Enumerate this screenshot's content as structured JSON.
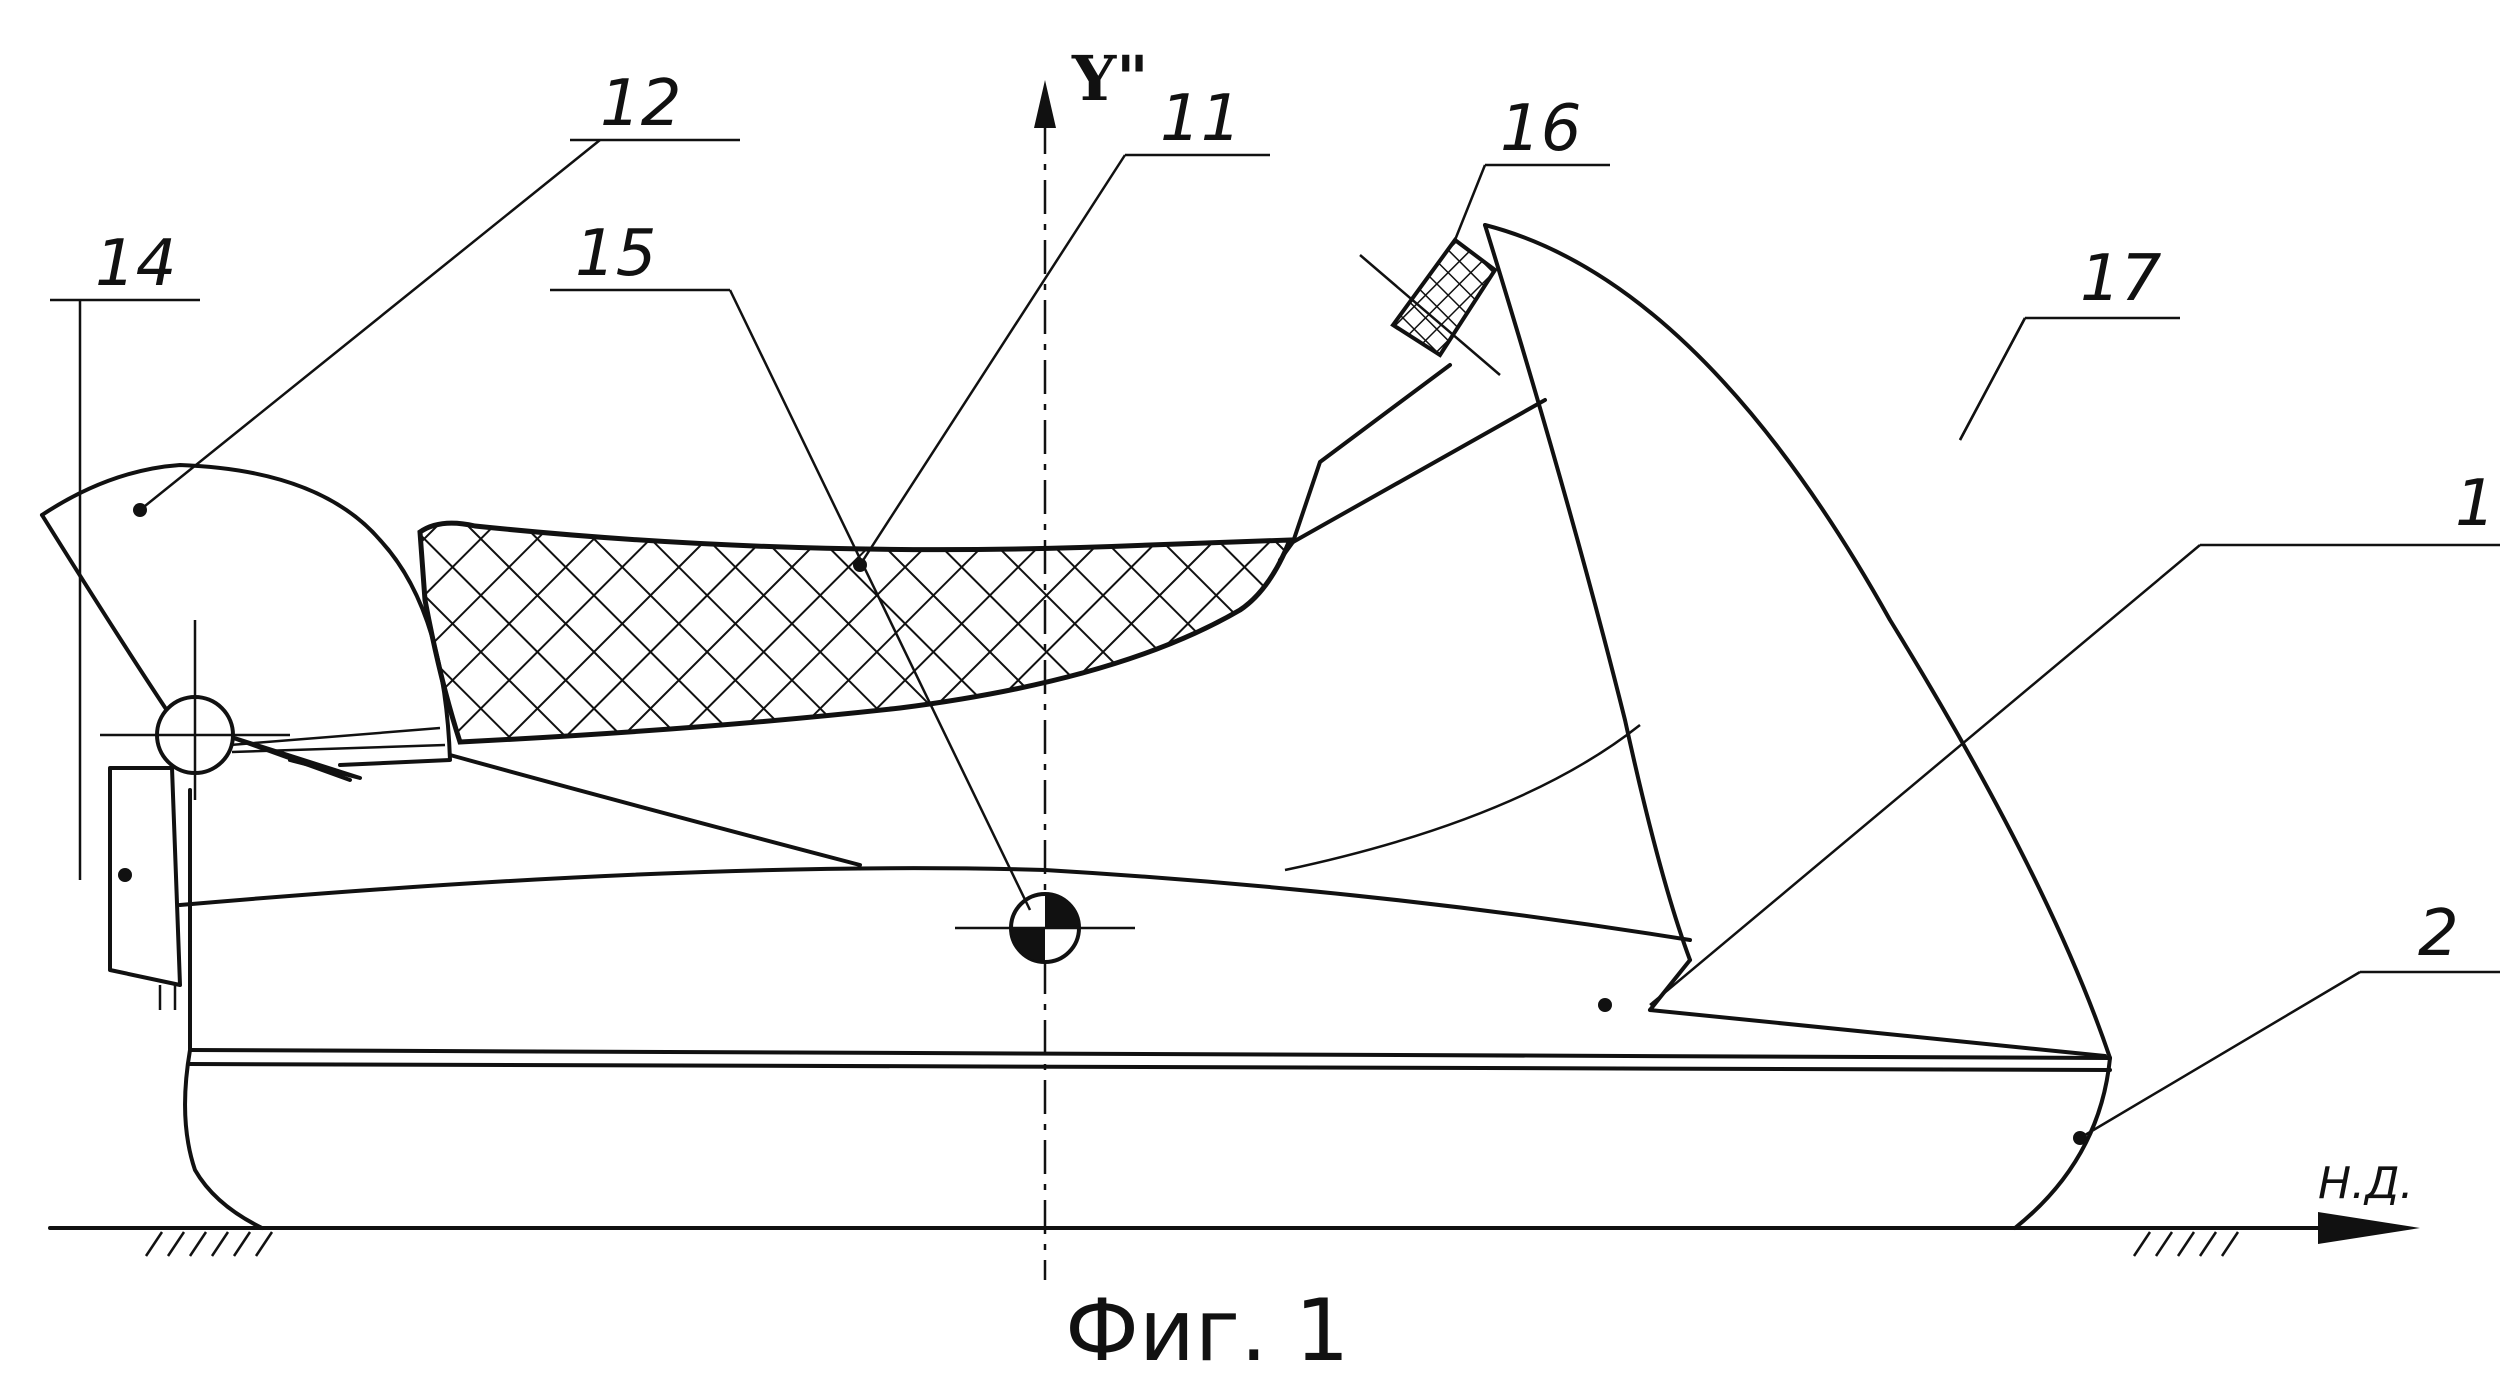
{
  "figure": {
    "caption": "Фиг. 1",
    "axis_label": "Y\"",
    "direction_label": "Н.Д."
  },
  "labels": {
    "l1": "1",
    "l2": "2",
    "l11": "11",
    "l12": "12",
    "l14": "14",
    "l15": "15",
    "l16": "16",
    "l17": "17"
  }
}
